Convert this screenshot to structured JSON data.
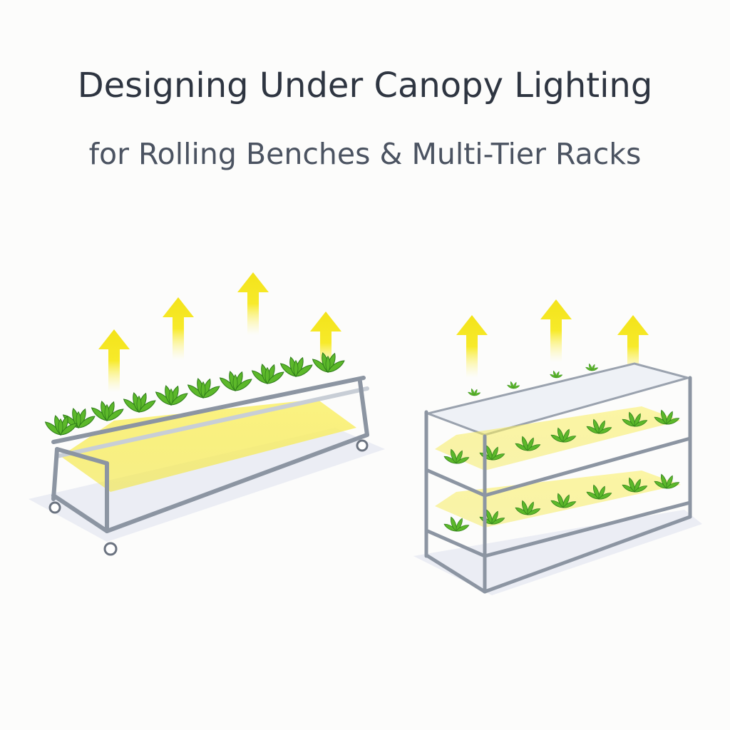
{
  "title": "Designing Under Canopy Lighting",
  "subtitle": "for Rolling Benches & Multi-Tier Racks",
  "colors": {
    "light": "#f5e62a",
    "plant": "#5cb82a",
    "frame": "#8a93a0",
    "text": "#2e3541"
  },
  "illustrations": [
    {
      "name": "rolling-bench",
      "icon": "rolling-bench-with-plants"
    },
    {
      "name": "multi-tier-rack",
      "icon": "three-tier-rack-with-plants"
    }
  ]
}
